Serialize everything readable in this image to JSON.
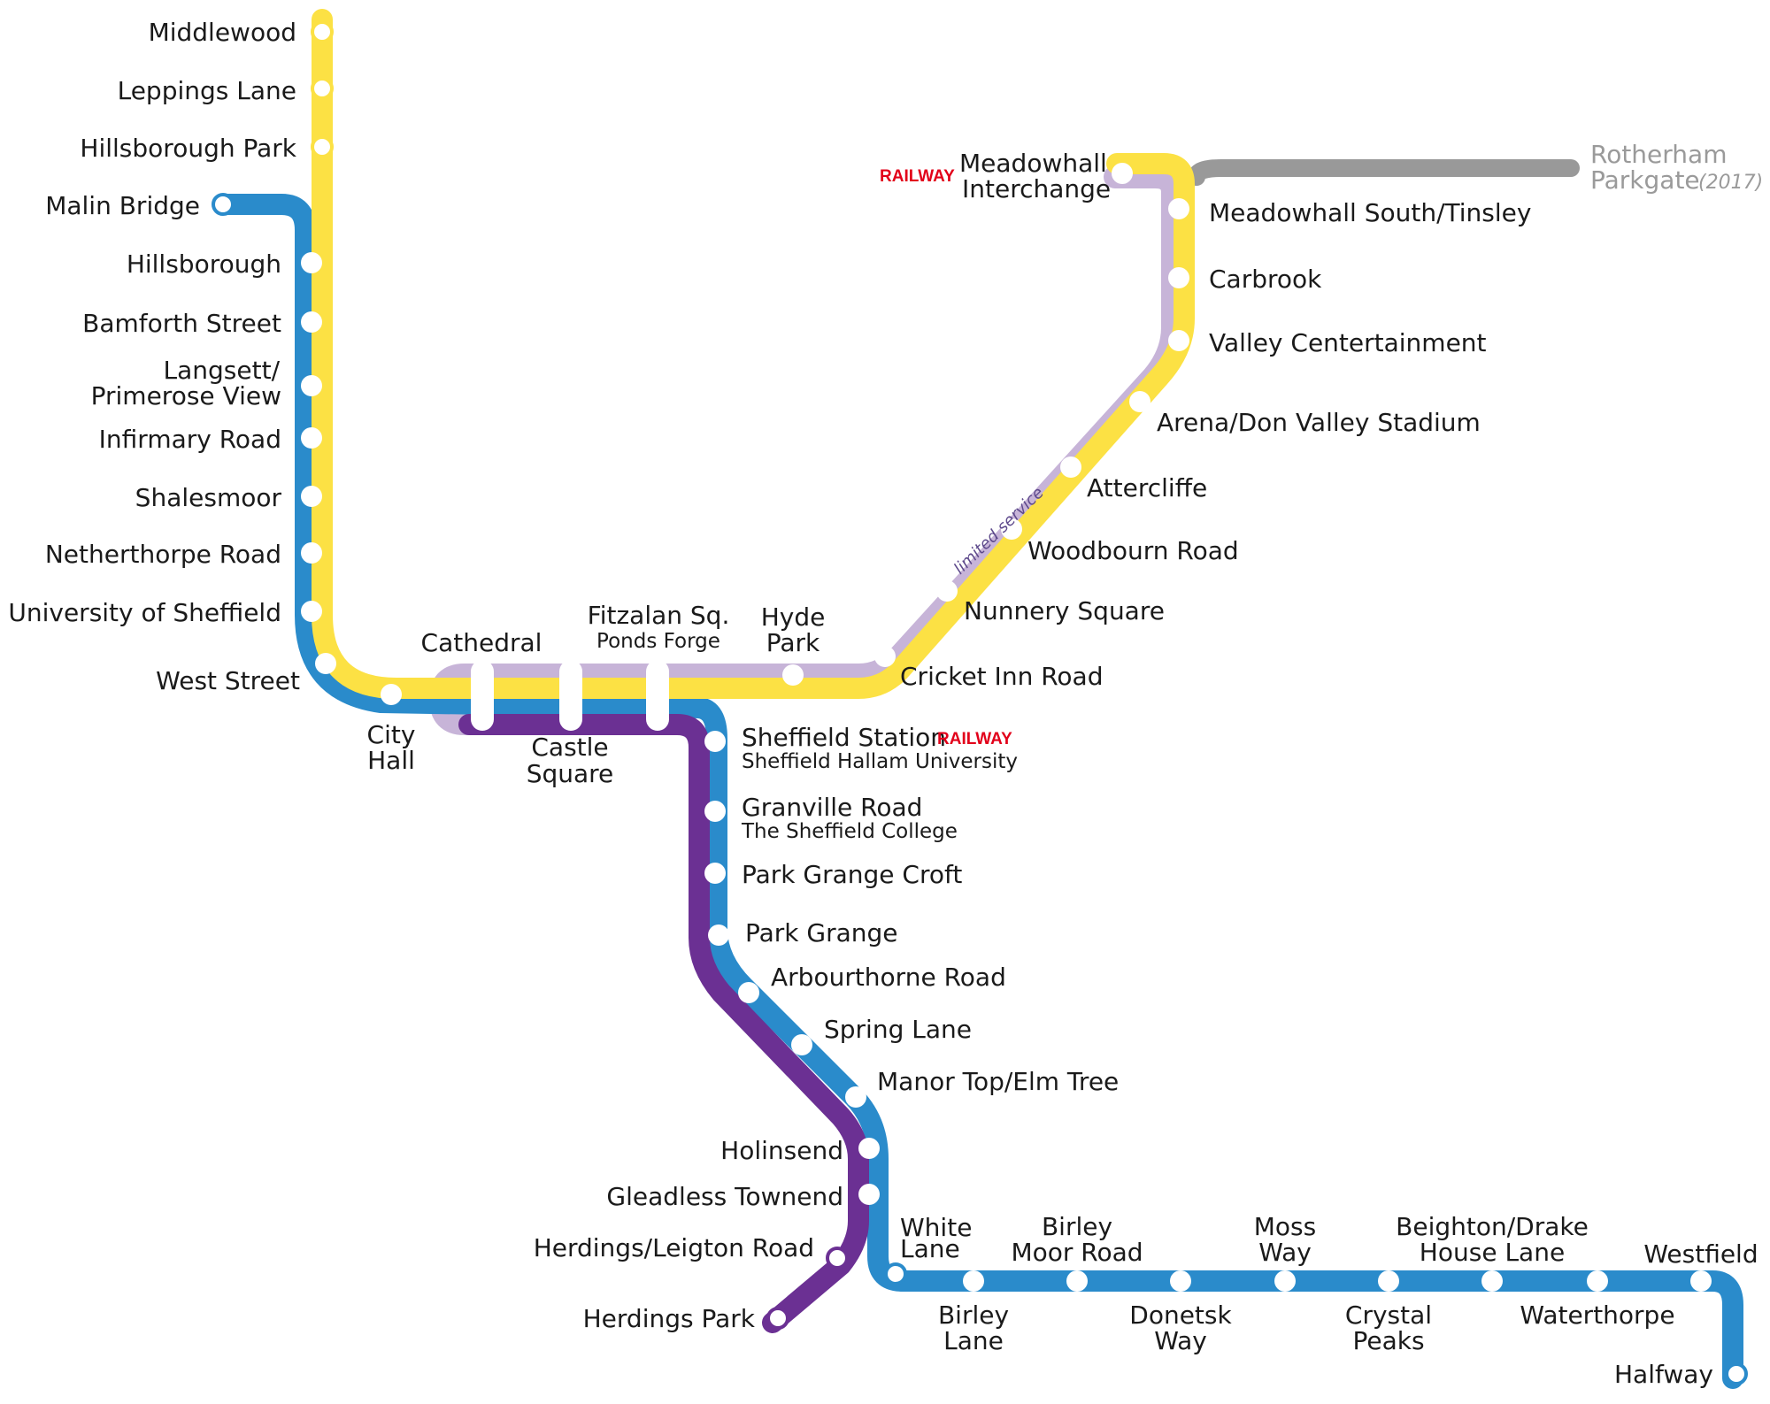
{
  "colors": {
    "yellow": "#fce144",
    "blue": "#2a8bcb",
    "purple": "#6b3093",
    "lilac": "#c7b4d8",
    "grey": "#999999",
    "railway_red": "#e2001a"
  },
  "map": {
    "stations": {
      "middlewood": "Middlewood",
      "leppings_lane": "Leppings Lane",
      "hillsborough_park": "Hillsborough Park",
      "malin_bridge": "Malin Bridge",
      "hillsborough": "Hillsborough",
      "bamforth_street": "Bamforth Street",
      "langsett_1": "Langsett/",
      "langsett_2": "Primerose View",
      "infirmary_road": "Infirmary Road",
      "shalesmoor": "Shalesmoor",
      "netherthorpe_road": "Netherthorpe Road",
      "university": "University of Sheffield",
      "west_street": "West Street",
      "city_hall_1": "City",
      "city_hall_2": "Hall",
      "cathedral": "Cathedral",
      "castle_square_1": "Castle",
      "castle_square_2": "Square",
      "fitzalan": "Fitzalan Sq.",
      "fitzalan_sub": "Ponds Forge",
      "hyde_park_1": "Hyde",
      "hyde_park_2": "Park",
      "cricket_inn_road": "Cricket Inn Road",
      "nunnery_square": "Nunnery Square",
      "woodbourn_road": "Woodbourn Road",
      "attercliffe": "Attercliffe",
      "arena": "Arena/Don Valley Stadium",
      "valley_centertainment": "Valley Centertainment",
      "carbrook": "Carbrook",
      "meadowhall_south": "Meadowhall South/Tinsley",
      "meadowhall_1": "Meadowhall",
      "meadowhall_2": "Interchange",
      "rotherham_1": "Rotherham",
      "rotherham_2": "Parkgate",
      "rotherham_year": "(2017)",
      "sheffield_station": "Sheffield Station",
      "sheffield_station_sub": "Sheffield Hallam University",
      "granville_road": "Granville Road",
      "granville_road_sub": "The Sheffield College",
      "park_grange_croft": "Park Grange Croft",
      "park_grange": "Park Grange",
      "arbourthorne_road": "Arbourthorne Road",
      "spring_lane": "Spring Lane",
      "manor_top": "Manor Top/Elm Tree",
      "holinsend": "Holinsend",
      "gleadless_townend": "Gleadless Townend",
      "herdings_leigton": "Herdings/Leigton Road",
      "herdings_park": "Herdings Park",
      "white_lane_1": "White",
      "white_lane_2": "Lane",
      "birley_lane_1": "Birley",
      "birley_lane_2": "Lane",
      "birley_moor_1": "Birley",
      "birley_moor_2": "Moor Road",
      "donetsk_1": "Donetsk",
      "donetsk_2": "Way",
      "moss_way_1": "Moss",
      "moss_way_2": "Way",
      "crystal_peaks_1": "Crystal",
      "crystal_peaks_2": "Peaks",
      "beighton_1": "Beighton/Drake",
      "beighton_2": "House Lane",
      "waterthorpe": "Waterthorpe",
      "westfield": "Westfield",
      "halfway": "Halfway"
    },
    "railway_tag": "RAILWAY",
    "limited_service": "limited   service"
  }
}
